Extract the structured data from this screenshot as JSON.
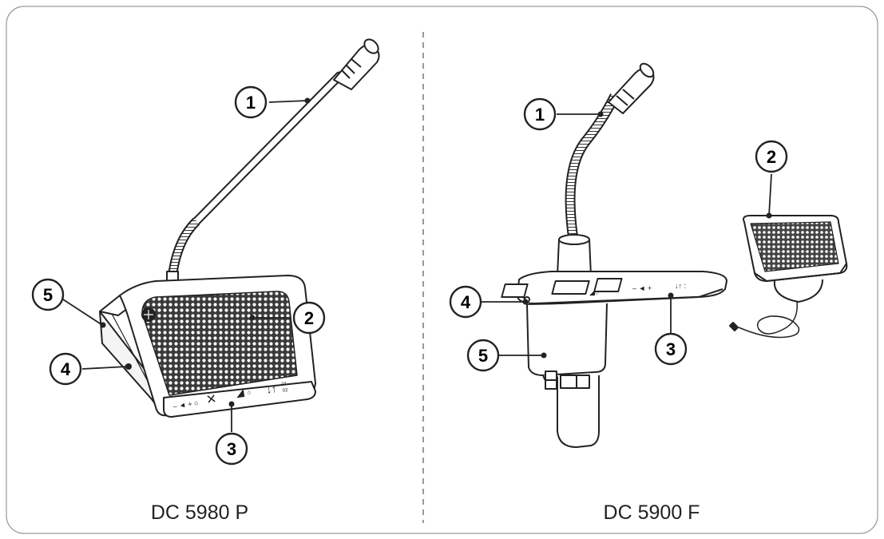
{
  "left_panel": {
    "model_name": "DC 5980 P",
    "callouts": [
      "1",
      "2",
      "3",
      "4",
      "5"
    ],
    "panel_icons": [
      "volume-minus-plus-icon",
      "mic-mute-icon",
      "speak-request-icon",
      "channel-select-icon"
    ],
    "panel_text": {
      "vol": "- ◄ + ○",
      "ch": "01\n02"
    }
  },
  "right_panel": {
    "model_name": "DC 5900 F",
    "callouts": [
      "1",
      "2",
      "3",
      "4",
      "5"
    ]
  }
}
